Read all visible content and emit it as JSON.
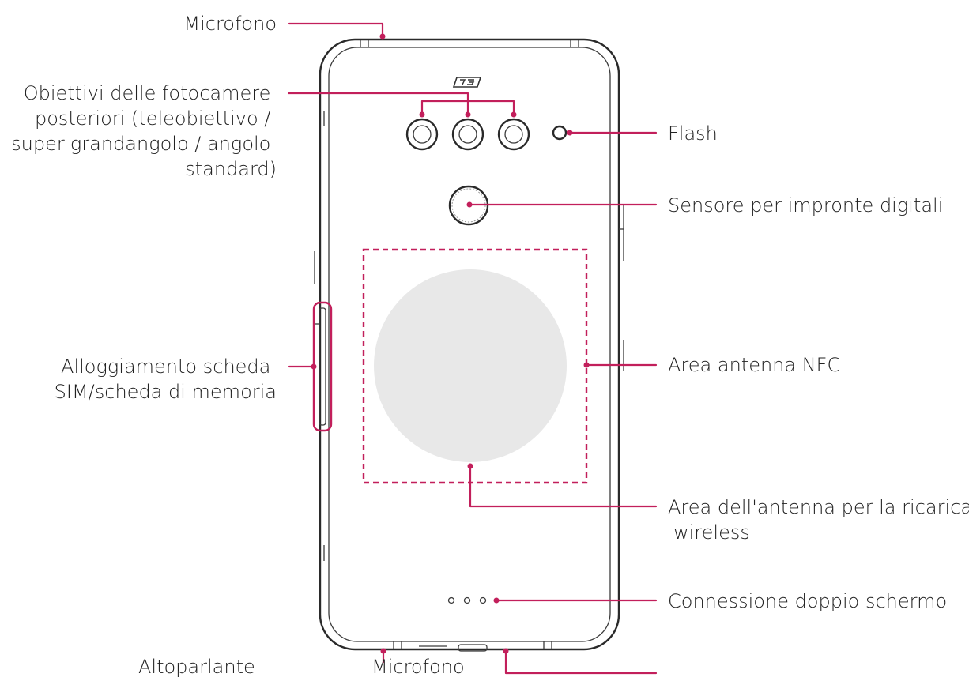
{
  "colors": {
    "accent": "#c21f5b",
    "outline": "#2a2a2a",
    "charging_area": "#e8e8e8"
  },
  "labels": {
    "microphone_top": "Microfono",
    "rear_cameras": [
      "Obiettivi delle fotocamere",
      "posteriori (teleobiettivo /",
      "super-grandangolo / angolo",
      "standard)"
    ],
    "flash": "Flash",
    "fingerprint": "Sensore per impronte digitali",
    "sim_tray": [
      "Alloggiamento scheda",
      "SIM/scheda di memoria"
    ],
    "nfc": "Area antenna NFC",
    "wireless_charging": [
      "Area dell'antenna per la ricarica",
      "wireless"
    ],
    "dual_screen": "Connessione doppio schermo",
    "speaker": "Altoparlante",
    "microphone_bottom": "Microfono"
  },
  "icons": {
    "logo": "lg-v-logo-icon"
  }
}
